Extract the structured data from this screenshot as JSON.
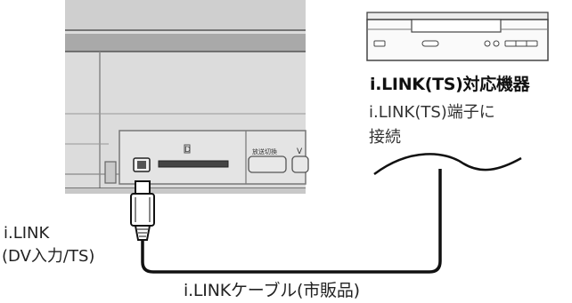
{
  "recorder": {
    "button_left_label": "放送切換",
    "button_right_label": "V",
    "card_slot_symbol": "D"
  },
  "external_device": {
    "title": "i.LINK(TS)対応機器",
    "port_note_line1": "i.LINK(TS)端子に",
    "port_note_line2": "接続"
  },
  "port_label": {
    "line1": "i.LINK",
    "line2": "(DV入力/TS)"
  },
  "cable_label": "i.LINKケーブル(市販品)"
}
